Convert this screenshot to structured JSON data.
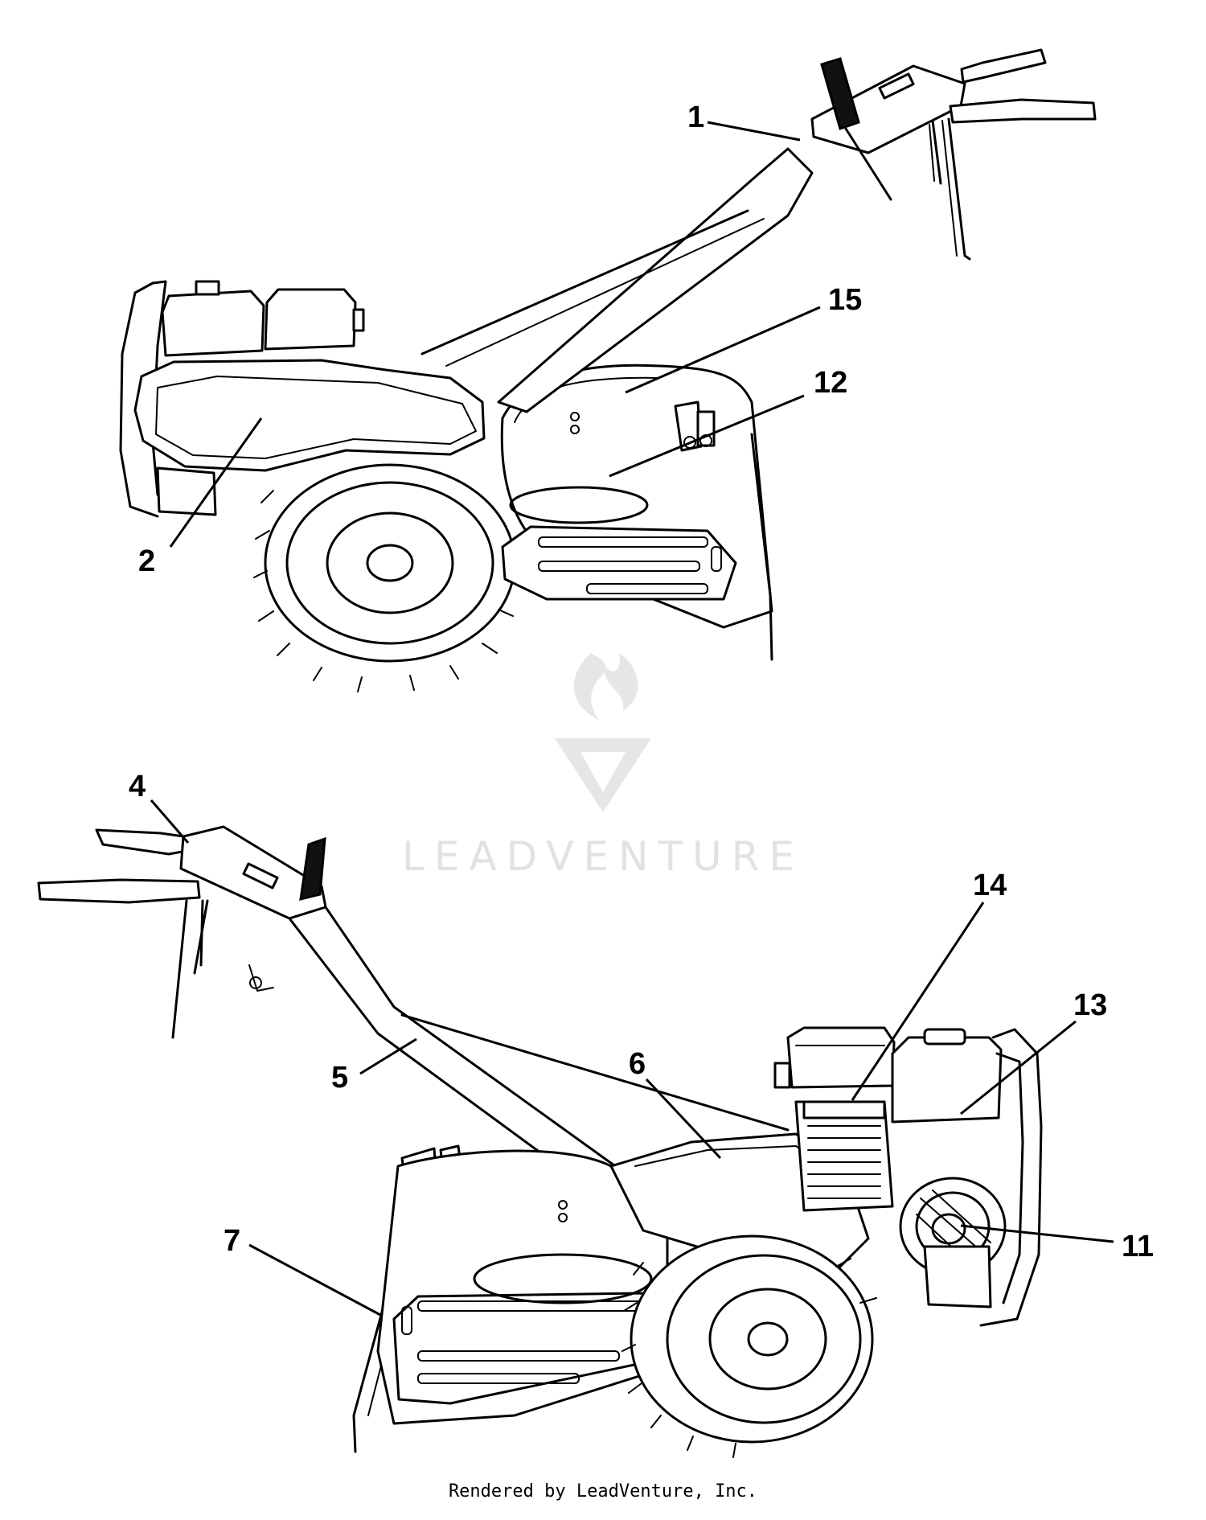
{
  "watermark": {
    "brand": "LEADVENTURE"
  },
  "footer": {
    "text": "Rendered by LeadVenture, Inc."
  },
  "callouts": {
    "c1": "1",
    "c2": "2",
    "c15": "15",
    "c12": "12",
    "c4": "4",
    "c5": "5",
    "c6": "6",
    "c7": "7",
    "c11": "11",
    "c13": "13",
    "c14": "14"
  }
}
